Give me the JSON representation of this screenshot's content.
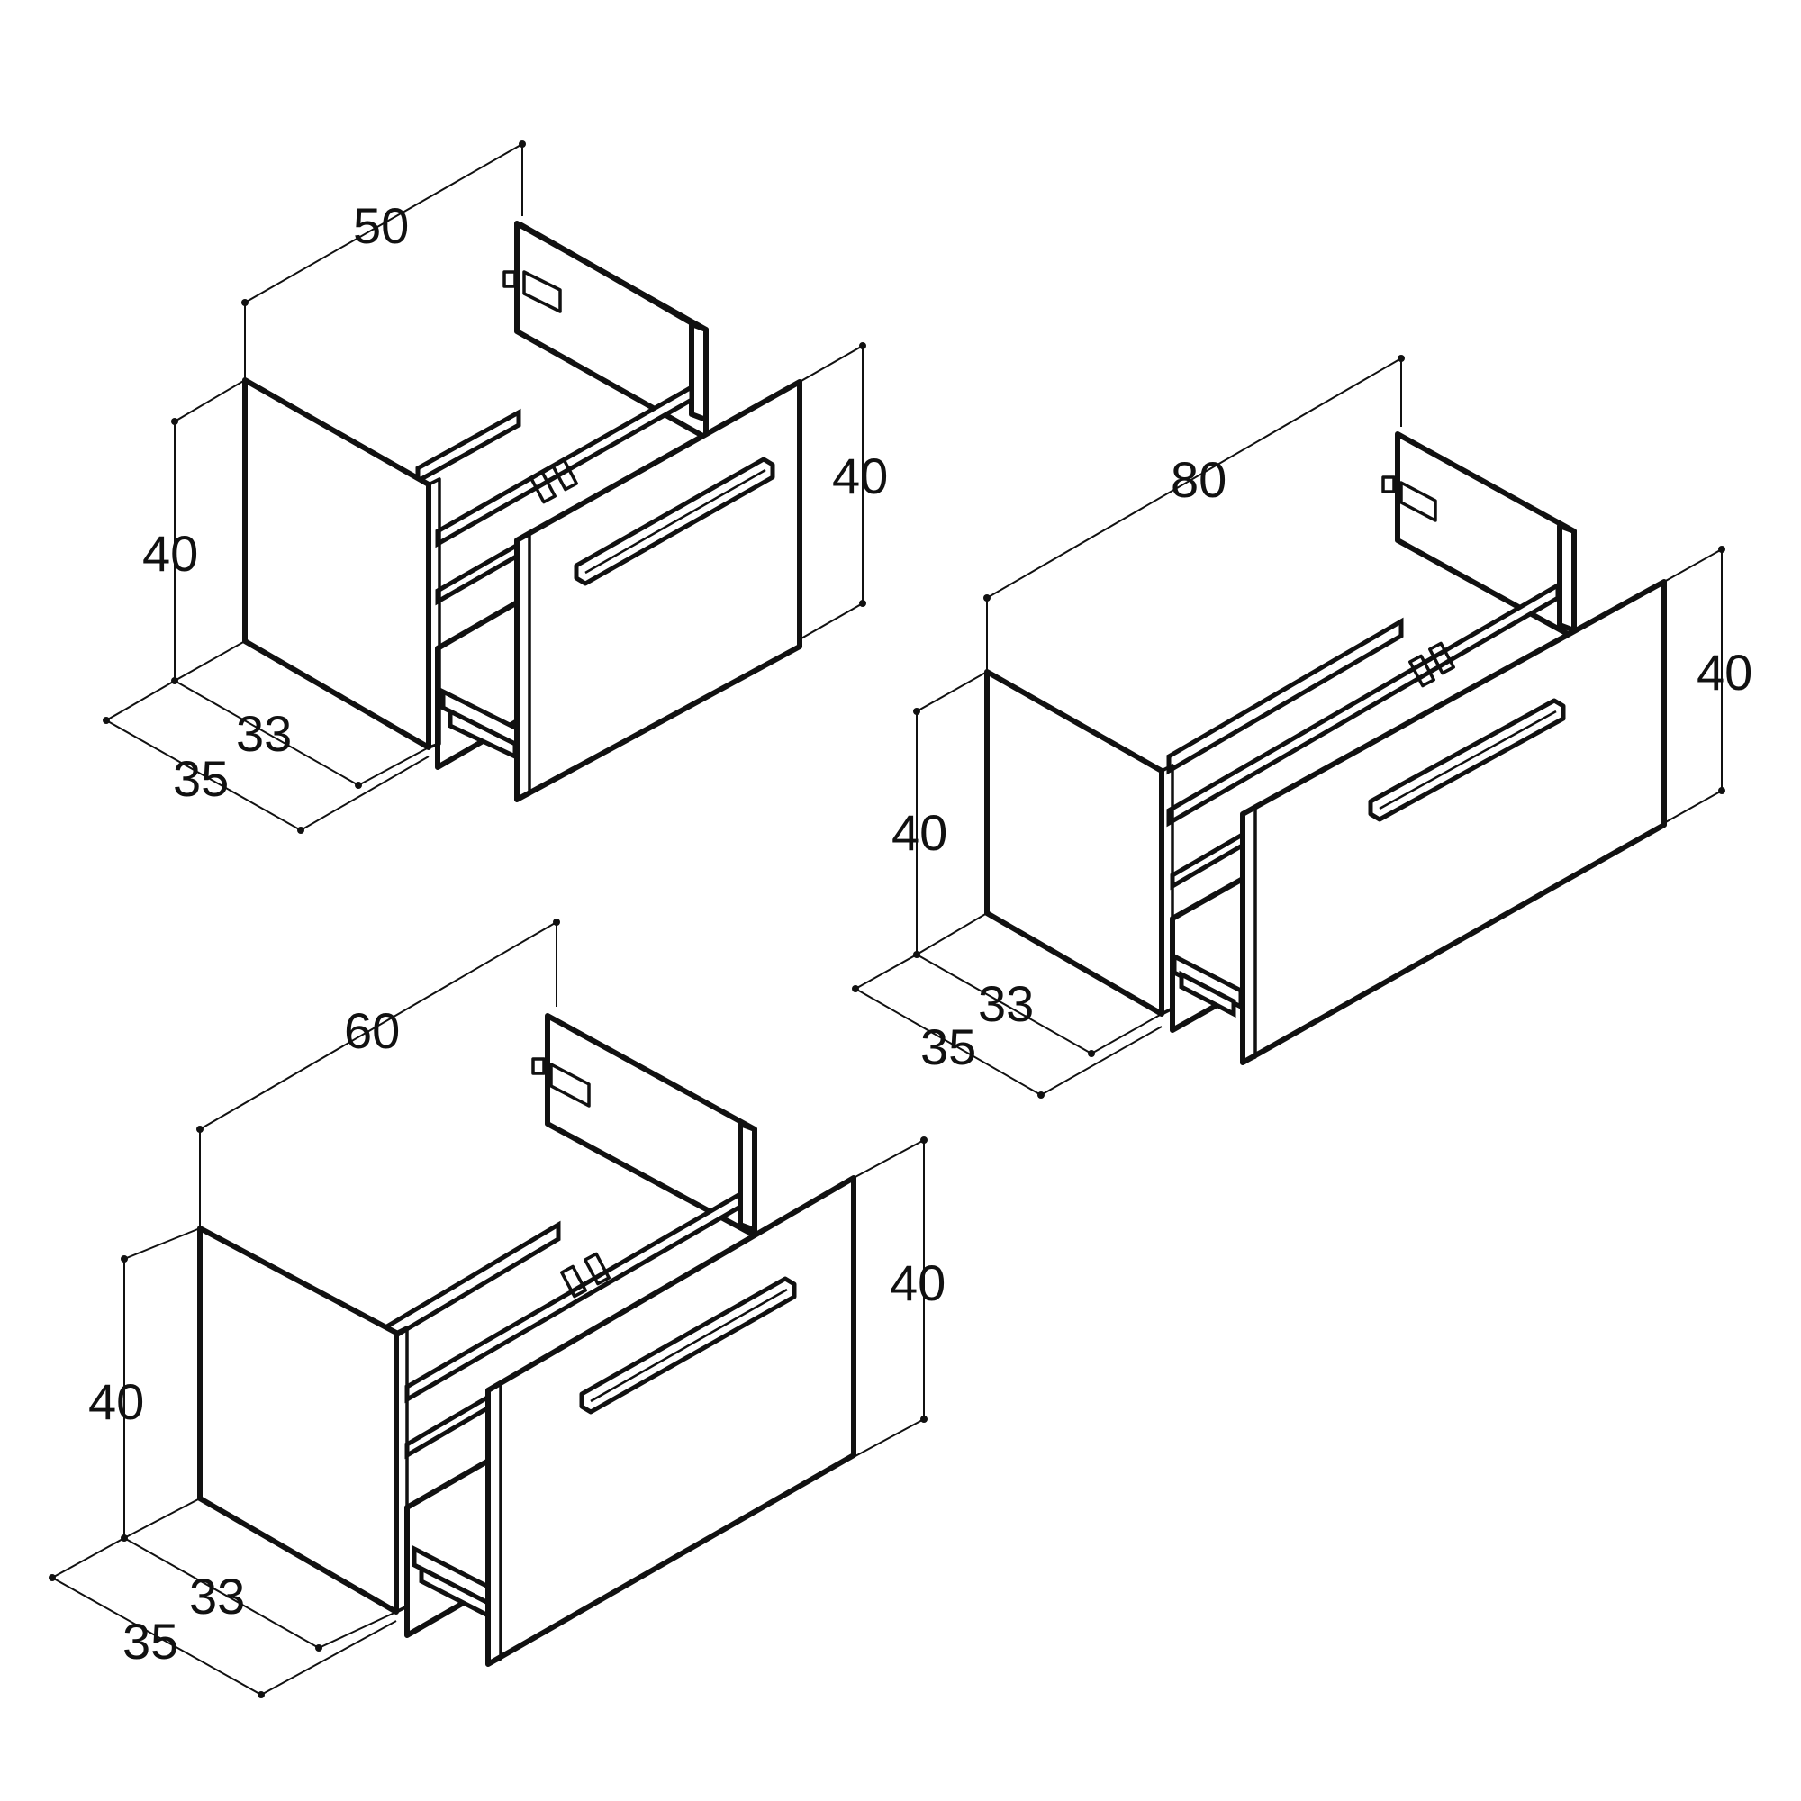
{
  "cabinets": [
    {
      "id": "cabinet-50",
      "width": "50",
      "height_left": "40",
      "height_right": "40",
      "depth_inner": "33",
      "depth_outer": "35"
    },
    {
      "id": "cabinet-80",
      "width": "80",
      "height_left": "40",
      "height_right": "40",
      "depth_inner": "33",
      "depth_outer": "35"
    },
    {
      "id": "cabinet-60",
      "width": "60",
      "height_left": "40",
      "height_right": "40",
      "depth_inner": "33",
      "depth_outer": "35"
    }
  ]
}
